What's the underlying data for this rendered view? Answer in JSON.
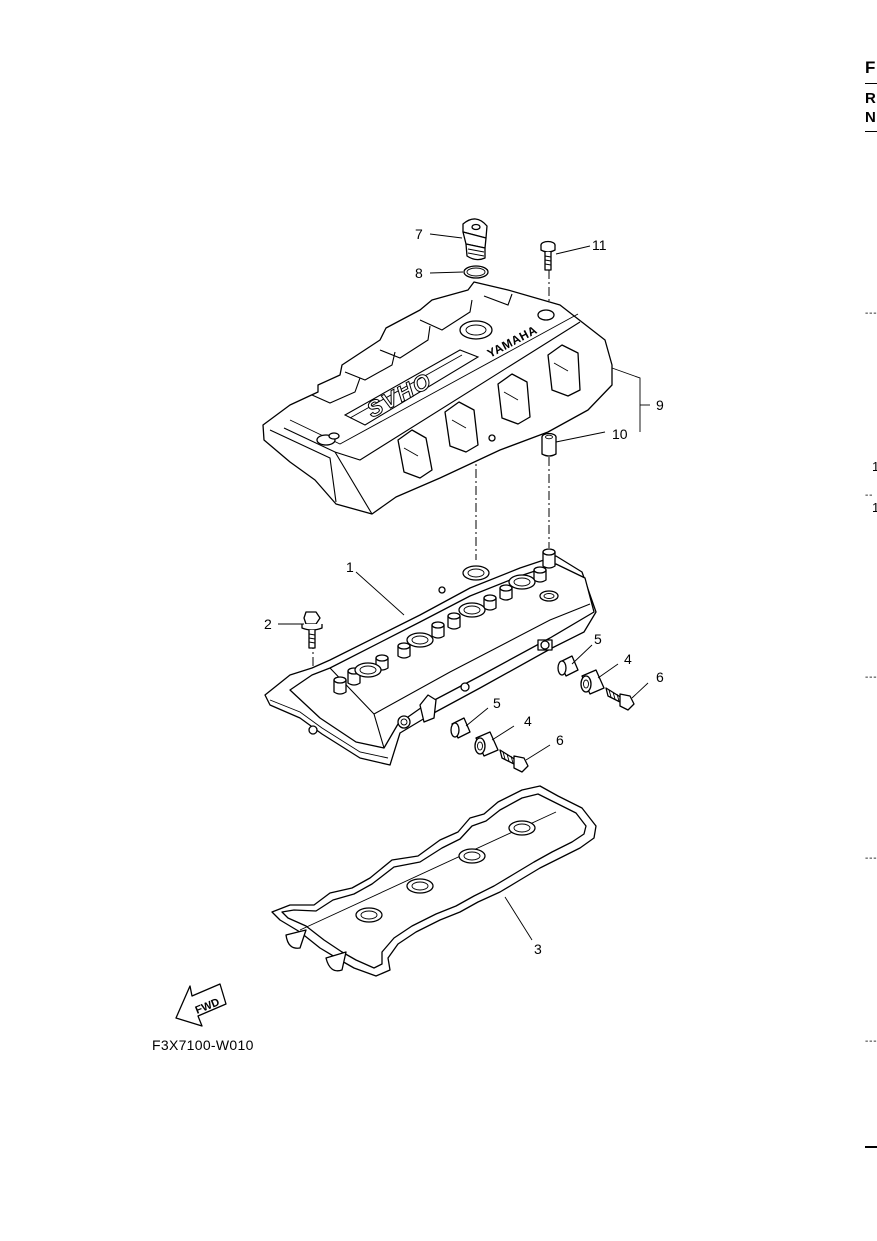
{
  "figure_code": "F3X7100-W010",
  "fwd_label": "FWD",
  "cover_brand_text": "YAMAHA",
  "cover_model_text": "SVHO",
  "callouts": {
    "p1": "1",
    "p2": "2",
    "p3": "3",
    "p4a": "4",
    "p4b": "4",
    "p5a": "5",
    "p5b": "5",
    "p6a": "6",
    "p6b": "6",
    "p7": "7",
    "p8": "8",
    "p9": "9",
    "p10": "10",
    "p11": "11"
  },
  "right_edge": {
    "header_1": "F",
    "header_2": "R",
    "header_3": "N",
    "num_1": "1",
    "num_2": "1"
  }
}
